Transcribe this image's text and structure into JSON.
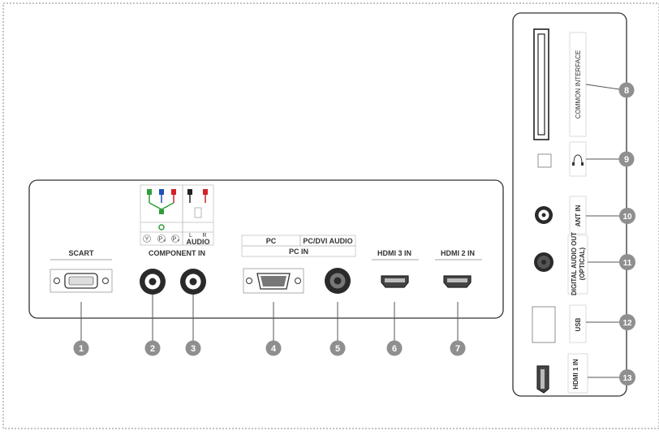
{
  "rear_panel": {
    "scart": "SCART",
    "component_in": "COMPONENT  IN",
    "component_y": "Y",
    "component_pb": "P",
    "component_pb_sub": "B",
    "component_pr": "P",
    "component_pr_sub": "R",
    "audio": "AUDIO",
    "audio_l": "L",
    "audio_r": "R",
    "pc": "PC",
    "pc_dvi_audio": "PC/DVI AUDIO",
    "pc_in": "PC IN",
    "hdmi3": "HDMI 3  IN",
    "hdmi2": "HDMI 2  IN"
  },
  "side_panel": {
    "common_interface": "COMMON INTERFACE",
    "ant_in": "ANT IN",
    "digital_audio_out": "DIGITAL AUDIO OUT",
    "optical": "(OPTICAL)",
    "usb": "USB",
    "hdmi1": "HDMI 1 IN"
  },
  "callouts": [
    "1",
    "2",
    "3",
    "4",
    "5",
    "6",
    "7",
    "8",
    "9",
    "10",
    "11",
    "12",
    "13"
  ],
  "colors": {
    "callout_fill": "#8f8f8f",
    "line": "#555555",
    "component_green": "#2e9e3a",
    "component_blue": "#1f4fb8",
    "component_red": "#d2232a"
  }
}
